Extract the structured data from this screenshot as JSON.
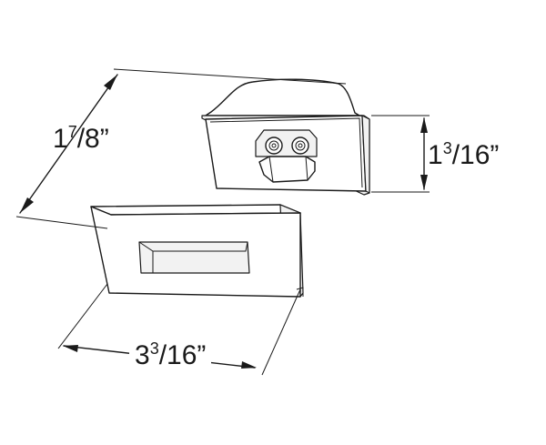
{
  "dimensions": {
    "height": {
      "whole": "1",
      "numerator": "7",
      "slash_denominator": "/8",
      "unit": "”"
    },
    "depth": {
      "whole": "1",
      "numerator": "3",
      "slash_denominator": "/16",
      "unit": "”"
    },
    "width": {
      "whole": "3",
      "numerator": "3",
      "slash_denominator": "/16",
      "unit": "”"
    }
  }
}
